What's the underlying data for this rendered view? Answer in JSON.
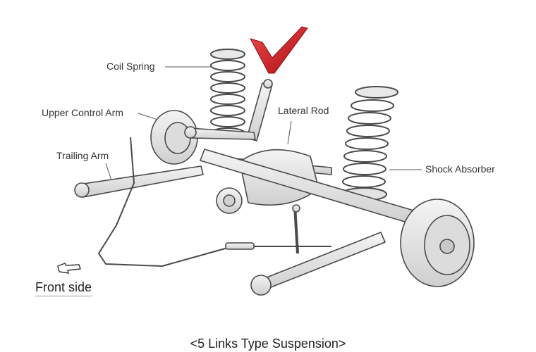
{
  "labels": {
    "coil_spring": "Coil Spring",
    "upper_control_arm": "Upper Control Arm",
    "trailing_arm": "Trailing Arm",
    "lateral_rod": "Lateral Rod",
    "shock_absorber": "Shock Absorber"
  },
  "front_side": "Front side",
  "caption": "<5 Links Type Suspension>",
  "colors": {
    "checkmark": "#d61f26",
    "line": "#555555",
    "part_fill": "#e6e6e6",
    "part_stroke": "#4a4a4a"
  },
  "icons": {
    "checkmark": "check-mark-icon",
    "direction_arrow": "arrow-left-icon"
  }
}
